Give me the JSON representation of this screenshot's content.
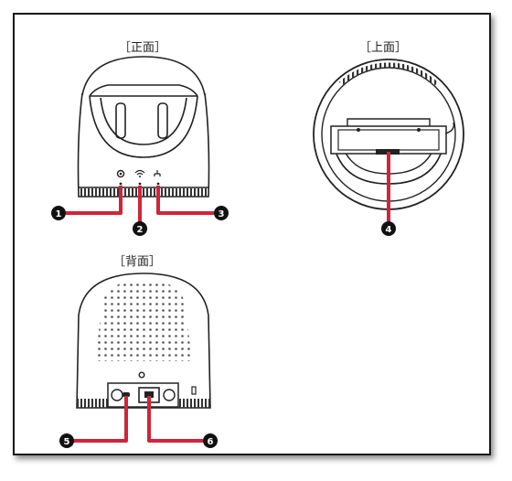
{
  "views": {
    "front": "［正面］",
    "top": "［上面］",
    "back": "［背面］"
  },
  "callouts": [
    "1",
    "2",
    "3",
    "4",
    "5",
    "6"
  ],
  "colors": {
    "leader": "#d0243a",
    "device": "#222222",
    "frame": "#1a1a1a"
  }
}
